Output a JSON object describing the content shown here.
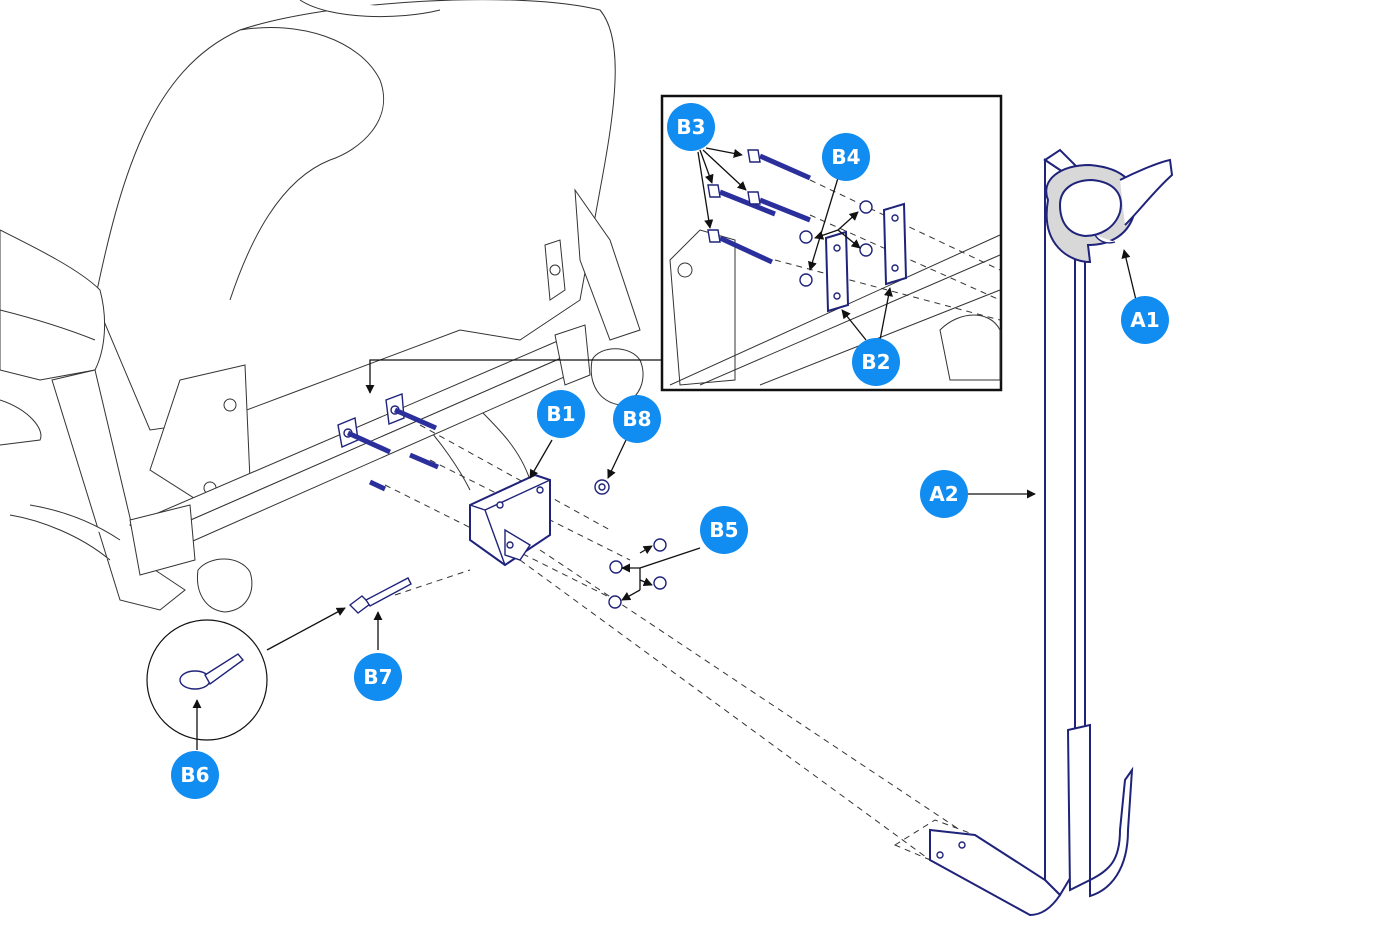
{
  "colors": {
    "callout": "#118cf0",
    "callout_text": "#ffffff",
    "part_outline": "#1f237a",
    "seat_outline": "#333333",
    "bolt_fill": "#2b2f9c"
  },
  "callouts": {
    "A1": "A1",
    "A2": "A2",
    "B1": "B1",
    "B2": "B2",
    "B3": "B3",
    "B4": "B4",
    "B5": "B5",
    "B6": "B6",
    "B7": "B7",
    "B8": "B8"
  }
}
